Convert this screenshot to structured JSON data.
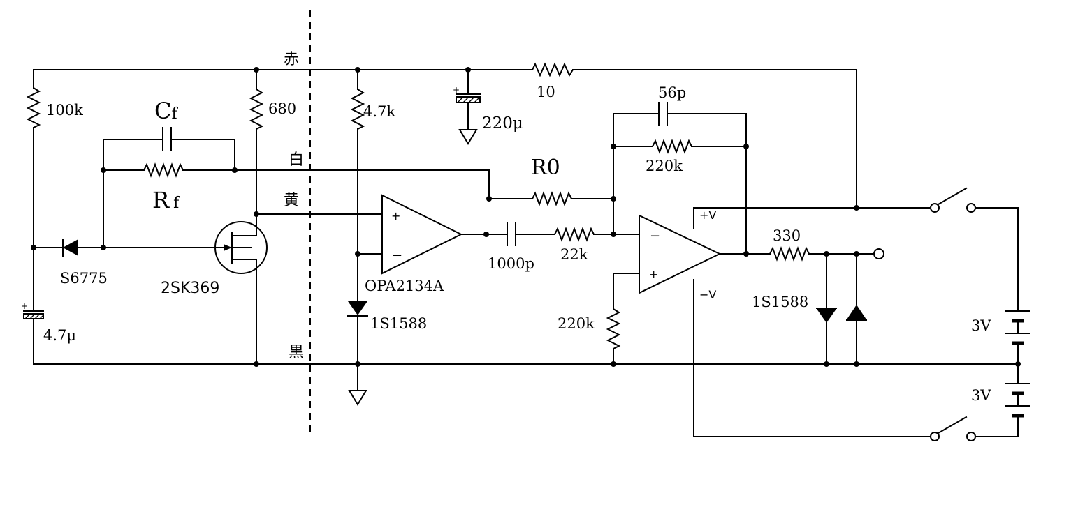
{
  "colors": {
    "line": "#000000",
    "background": "#ffffff"
  },
  "wires": {
    "red": "赤",
    "white": "白",
    "yellow": "黄",
    "black": "黒"
  },
  "components": {
    "r100k": "100k",
    "cf": "C",
    "cf_sub": "f",
    "rf": "R",
    "rf_sub": "f",
    "r680": "680",
    "photodiode": "S6775",
    "jfet": "2SK369",
    "c47u": "4.7μ",
    "r47k": "4.7k",
    "c220u": "220μ",
    "r10": "10",
    "opamp": "OPA2134A",
    "diode_bias": "1S1588",
    "r0": "R0",
    "c1000p": "1000p",
    "r22k": "22k",
    "c56p": "56p",
    "r220k_fb": "220k",
    "r220k_in": "220k",
    "r330": "330",
    "diode_clamp": "1S1588",
    "plus_v": "+V",
    "minus_v": "−V",
    "batt_top": "3V",
    "batt_bottom": "3V"
  }
}
